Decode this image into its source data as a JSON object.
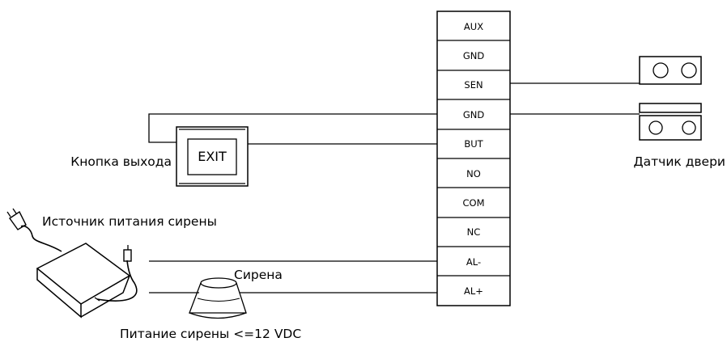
{
  "terminals": [
    "AUX",
    "GND",
    "SEN",
    "GND",
    "BUT",
    "NO",
    "COM",
    "NC",
    "AL-",
    "AL+"
  ],
  "labels": {
    "exit_button": "Кнопка выхода",
    "exit_text": "EXIT",
    "door_sensor": "Датчик двери",
    "siren_power_source": "Источник питания сирены",
    "siren": "Сирена",
    "siren_power_spec": "Питание сирены <=12 VDC"
  }
}
